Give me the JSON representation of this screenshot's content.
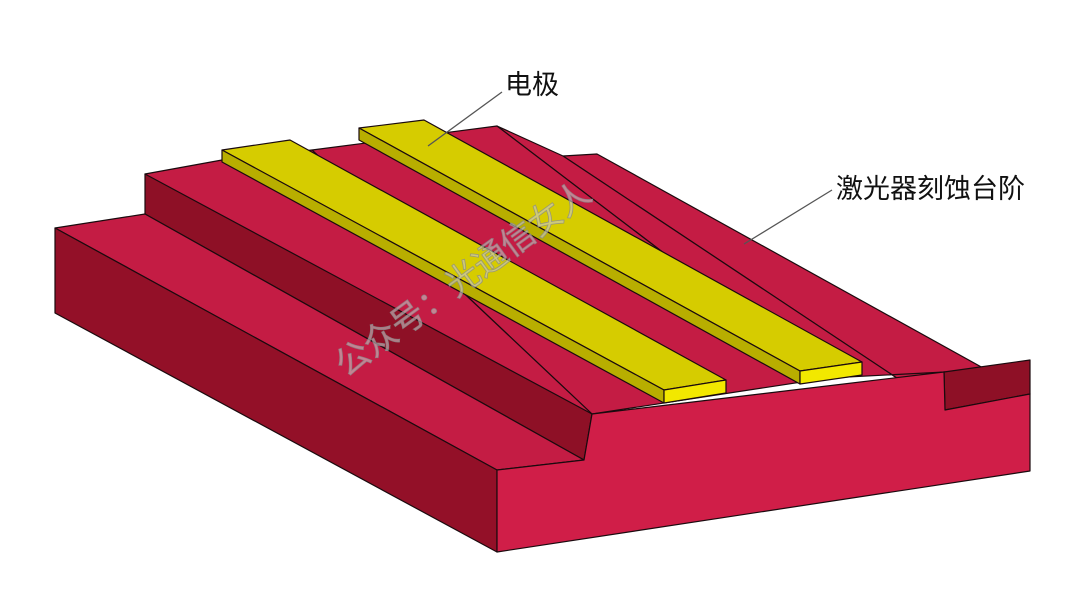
{
  "labels": {
    "electrode": "电极",
    "etch_step": "激光器刻蚀台阶"
  },
  "watermark": "公众号：光通信女人",
  "colors": {
    "substrate_top": "#c41c44",
    "substrate_front": "#d01e48",
    "substrate_side": "#931028",
    "electrode_top": "#d6cc00",
    "electrode_front": "#f2e800",
    "leader_line": "#555555",
    "background": "#ffffff"
  }
}
